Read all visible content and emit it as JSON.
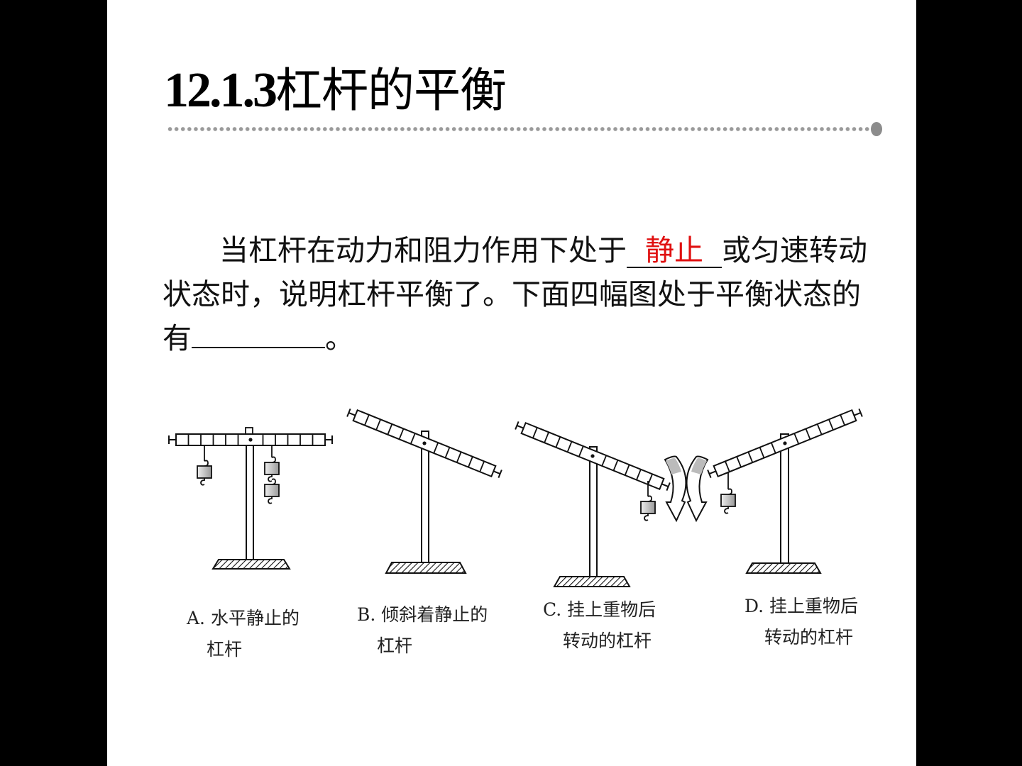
{
  "slide": {
    "title_number": "12.1.3",
    "title_text": "杠杆的平衡",
    "paragraph": {
      "line1_before": "当杠杆在动力和阻力作用下处于",
      "blank1_answer": "静止",
      "line1_after": "或匀速转动",
      "line2": "状态时，说明杠杆平衡了。下面四幅图处于平衡状态的",
      "line3_before": "有",
      "blank2_answer": "",
      "line3_after": "。"
    },
    "answer_color": "#e01010",
    "figures": [
      {
        "id": "A",
        "caption_line1": "A. 水平静止的",
        "caption_line2": "杠杆"
      },
      {
        "id": "B",
        "caption_line1": "B. 倾斜着静止的",
        "caption_line2": "杠杆"
      },
      {
        "id": "C",
        "caption_line1": "C. 挂上重物后",
        "caption_line2": "转动的杠杆"
      },
      {
        "id": "D",
        "caption_line1": "D. 挂上重物后",
        "caption_line2": "转动的杠杆"
      }
    ]
  }
}
